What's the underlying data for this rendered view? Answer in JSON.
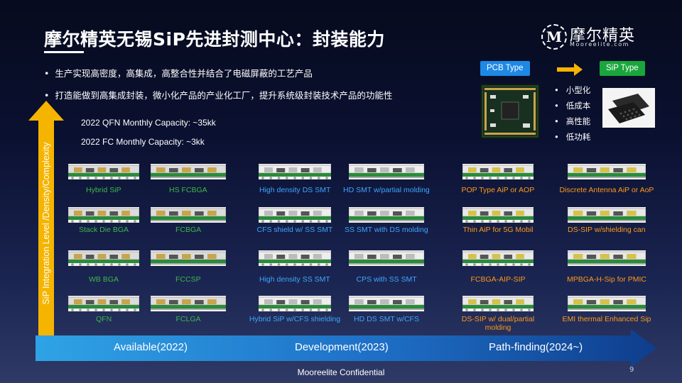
{
  "slide": {
    "title": "摩尔精英无锡SiP先进封测中心：封装能力",
    "bullets": [
      "生产实现高密度，高集成，高整合性并结合了电磁屏蔽的工艺产品",
      "打造能做到高集成封装，微小化产品的产业化工厂，提升系统级封装技术产品的功能性"
    ],
    "capacity": [
      "2022 QFN Monthly Capacity: ~35kk",
      "2022 FC Monthly Capacity: ~3kk"
    ],
    "logo": {
      "mark": "M",
      "name": "摩尔精英",
      "sub": "Mooreelite.com"
    },
    "pcb_tag": "PCB Type",
    "sip_tag": "SiP Type",
    "benefits": [
      "小型化",
      "低成本",
      "高性能",
      "低功耗"
    ],
    "y_axis_label": "SiP Integration Level /Density/Complexity",
    "phases": [
      "Available(2022)",
      "Development(2023)",
      "Path-finding(2024~)"
    ],
    "footer": "Mooreelite Confidential",
    "page_number": "9"
  },
  "packages": {
    "available": [
      "Hybrid SiP",
      "HS FCBGA",
      "Stack Die BGA",
      "FCBGA",
      "WB BGA",
      "FCCSP",
      "QFN",
      "FCLGA"
    ],
    "development": [
      "High density DS SMT",
      "HD SMT w/partial molding",
      "CFS shield w/ SS SMT",
      "SS SMT with DS molding",
      "High density SS SMT",
      "CPS with SS SMT",
      "Hybrid SiP w/CFS shielding",
      "HD DS SMT w/CFS"
    ],
    "pathfinding": [
      "POP Type AiP or AOP",
      "Discrete Antenna AiP or AoP",
      "Thin AiP for 5G Mobil",
      "DS-SIP w/shielding can",
      "FCBGA-AIP-SIP",
      "MPBGA-H-Sip for PMIC",
      "DS-SIP w/ dual/partial molding",
      "EMI thermal Enhanced Sip"
    ]
  },
  "colors": {
    "available_label": "#3db84b",
    "development_label": "#3da7ff",
    "pathfinding_label": "#ff9a1a",
    "pcb_tag": "#1e88e5",
    "sip_tag": "#19a63c",
    "axis": "#f5b400"
  }
}
